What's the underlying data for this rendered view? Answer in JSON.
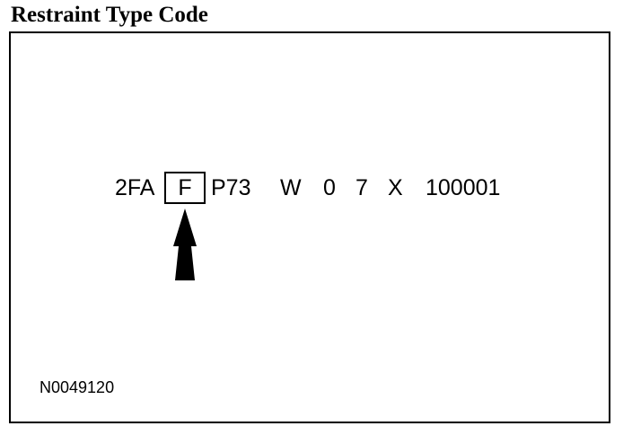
{
  "title": "Restraint Type Code",
  "vin": {
    "prefix": "2FA",
    "highlighted": "F",
    "segment_1": "P73",
    "segment_2": "W",
    "segment_3": "0",
    "segment_4": "7",
    "segment_5": "X",
    "serial": "100001"
  },
  "figure_id": "N0049120"
}
